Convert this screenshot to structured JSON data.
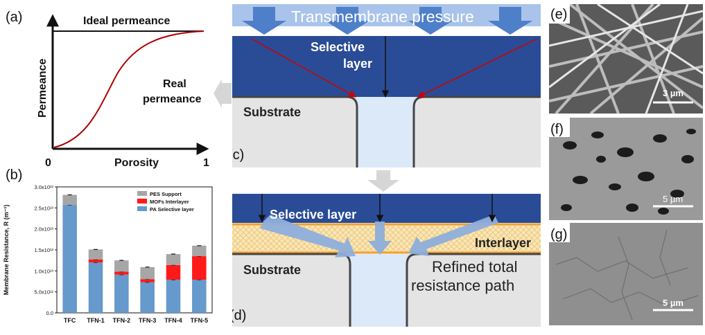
{
  "panel_a": {
    "label": "(a)",
    "ideal": "Ideal permeance",
    "real_line1": "Real",
    "real_line2": "permeance",
    "ylabel": "Permeance",
    "xlabel": "Porosity",
    "x0": "0",
    "x1": "1"
  },
  "panel_b": {
    "label": "(b)",
    "chart_data": {
      "type": "bar",
      "ylabel": "Membrane Resistance, R (m⁻¹)",
      "categories": [
        "TFC",
        "TFN-1",
        "TFN-2",
        "TFN-3",
        "TFN-4",
        "TFN-5"
      ],
      "yticks": [
        "0.0",
        "5.0x10¹²",
        "1.0x10¹³",
        "1.5x10¹³",
        "2.0x10¹³",
        "2.5x10¹³",
        "3.0x10¹³"
      ],
      "ylim": [
        0,
        30000000000000.0
      ],
      "stacked": true,
      "series": [
        {
          "name": "PA Selective layer",
          "color": "#6699cc",
          "values": [
            25700000000000.0,
            12000000000000.0,
            9100000000000.0,
            7300000000000.0,
            7900000000000.0,
            7900000000000.0
          ]
        },
        {
          "name": "MOFs Interlayer",
          "color": "#ff1a1a",
          "values": [
            0,
            700000000000.0,
            700000000000.0,
            700000000000.0,
            3500000000000.0,
            5600000000000.0
          ]
        },
        {
          "name": "PES Support",
          "color": "#a6a6a6",
          "values": [
            2400000000000.0,
            2400000000000.0,
            2700000000000.0,
            2900000000000.0,
            2600000000000.0,
            2500000000000.0
          ]
        }
      ],
      "legend_position": "top-right"
    }
  },
  "panel_c": {
    "label": "(c)",
    "pressure": "Transmembrane pressure",
    "selective_line1": "Selective",
    "selective_line2": "layer",
    "substrate": "Substrate"
  },
  "panel_d": {
    "label": "(d)",
    "selective": "Selective layer",
    "interlayer": "Interlayer",
    "substrate": "Substrate",
    "refined_line1": "Refined total",
    "refined_line2": "resistance path"
  },
  "panel_e": {
    "label": "(e)",
    "scale": "3 µm"
  },
  "panel_f": {
    "label": "(f)",
    "scale": "5 µm"
  },
  "panel_g": {
    "label": "(g)",
    "scale": "5 µm"
  }
}
